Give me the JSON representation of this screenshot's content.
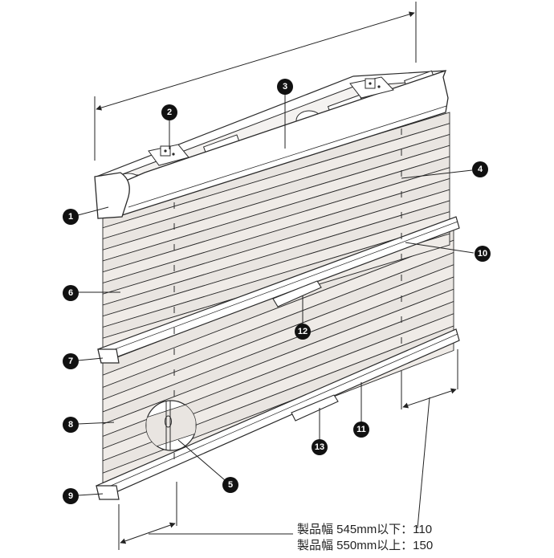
{
  "callouts": [
    {
      "id": "1",
      "label": "1"
    },
    {
      "id": "2",
      "label": "2"
    },
    {
      "id": "3",
      "label": "3"
    },
    {
      "id": "4",
      "label": "4"
    },
    {
      "id": "5",
      "label": "5"
    },
    {
      "id": "6",
      "label": "6"
    },
    {
      "id": "7",
      "label": "7"
    },
    {
      "id": "8",
      "label": "8"
    },
    {
      "id": "9",
      "label": "9"
    },
    {
      "id": "10",
      "label": "10"
    },
    {
      "id": "11",
      "label": "11"
    },
    {
      "id": "12",
      "label": "12"
    },
    {
      "id": "13",
      "label": "13"
    }
  ],
  "notes": {
    "line1": "製品幅 545mm以下：110",
    "line2": "製品幅 550mm以上：150"
  },
  "colors": {
    "fabric": "#e9e5e1",
    "line": "#2a2a2a",
    "rail": "#ffffff",
    "badge": "#111111"
  }
}
